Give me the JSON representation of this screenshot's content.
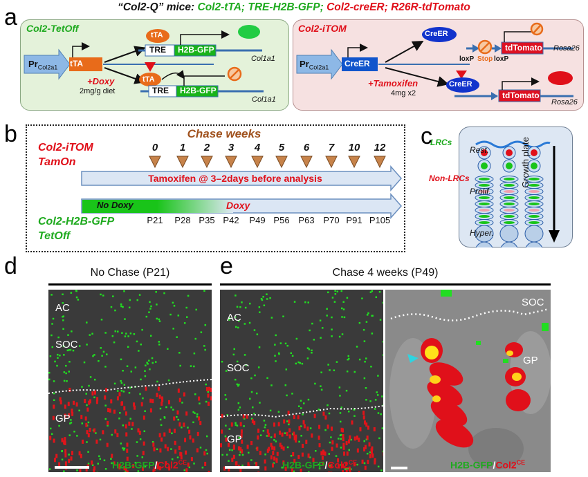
{
  "title_parts": {
    "prefix": "“Col2-Q” mice:",
    "green_part": "Col2-tTA; TRE-H2B-GFP;",
    "red_part": "Col2-creER; R26R-tdTomato"
  },
  "panel_letters": {
    "a": "a",
    "b": "b",
    "c": "c",
    "d": "d",
    "e": "e"
  },
  "panel_a": {
    "left": {
      "label": "Col2-TetOff",
      "promoter": "Pr",
      "promoter_sub": "Col2a1",
      "tta": "tTA",
      "tre": "TRE",
      "h2b": "H2B-GFP",
      "col1a1": "Col1a1",
      "doxy": "+Doxy",
      "dose": "2mg/g diet"
    },
    "right": {
      "label": "Col2-iTOM",
      "promoter": "Pr",
      "promoter_sub": "Col2a1",
      "creer": "CreER",
      "loxp": "loxP",
      "stop": "Stop",
      "tdtomato": "tdTomato",
      "rosa26": "Rosa26",
      "tamoxifen": "+Tamoxifen",
      "dose": "4mg x2"
    }
  },
  "panel_b": {
    "chase_title": "Chase weeks",
    "weeks": [
      "0",
      "1",
      "2",
      "3",
      "4",
      "5",
      "6",
      "7",
      "10",
      "12"
    ],
    "itom_label_1": "Col2-iTOM",
    "itom_label_2": "TamOn",
    "tamoxifen_bar": "Tamoxifen @ 3–2days before analysis",
    "no_doxy": "No Doxy",
    "doxy": "Doxy",
    "gfp_label_1": "Col2-H2B-GFP",
    "gfp_label_2": "TetOff",
    "ages": [
      "P21",
      "P28",
      "P35",
      "P42",
      "P49",
      "P56",
      "P63",
      "P70",
      "P91",
      "P105"
    ]
  },
  "panel_c": {
    "lrcs": "LRCs",
    "non_lrcs": "Non-LRCs",
    "rest": "Rest.",
    "prolif": "Prolif.",
    "hyper": "Hyper.",
    "growth_plate": "Growth plate"
  },
  "panel_d": {
    "title": "No Chase (P21)",
    "ac": "AC",
    "soc": "SOC",
    "gp": "GP",
    "legend_green": "H2B-GFP",
    "legend_sep": "/",
    "legend_red": "Col2",
    "legend_sup": "CE"
  },
  "panel_e": {
    "title": "Chase 4 weeks (P49)",
    "ac": "AC",
    "soc": "SOC",
    "gp": "GP",
    "soc2": "SOC",
    "gp2": "GP",
    "legend_green": "H2B-GFP",
    "legend_sep": "/",
    "legend_red": "Col2",
    "legend_sup": "CE"
  }
}
